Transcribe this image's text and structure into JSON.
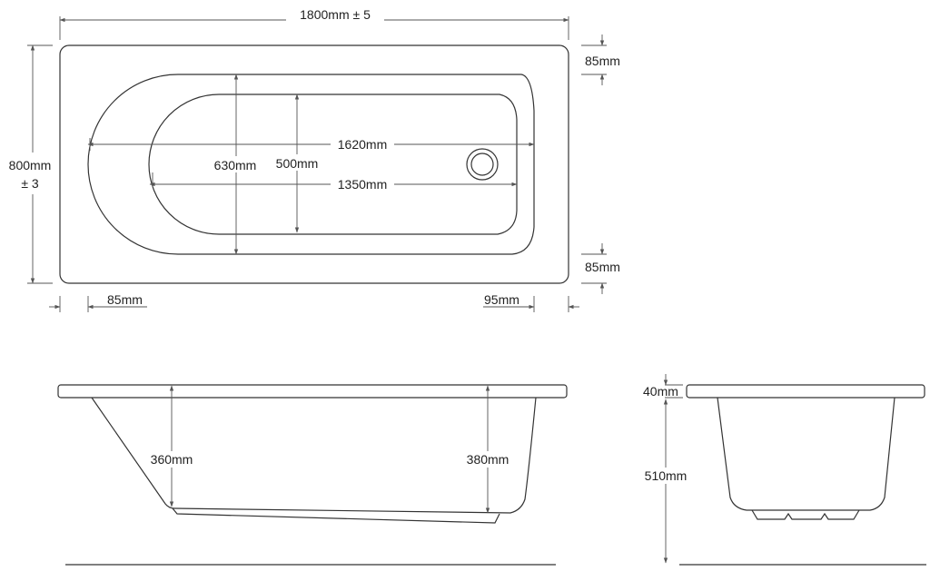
{
  "plan_view": {
    "overall_length": "1800mm ± 5",
    "overall_width_line1": "800mm",
    "overall_width_line2": "± 3",
    "rim_top": "85mm",
    "rim_bottom": "85mm",
    "rim_left": "85mm",
    "rim_right": "95mm",
    "outer_bowl_length": "1620mm",
    "inner_bowl_length": "1350mm",
    "outer_bowl_width": "630mm",
    "inner_bowl_width": "500mm"
  },
  "side_view": {
    "depth_left": "360mm",
    "depth_right": "380mm"
  },
  "end_view": {
    "rim_thickness": "40mm",
    "total_height": "510mm"
  }
}
